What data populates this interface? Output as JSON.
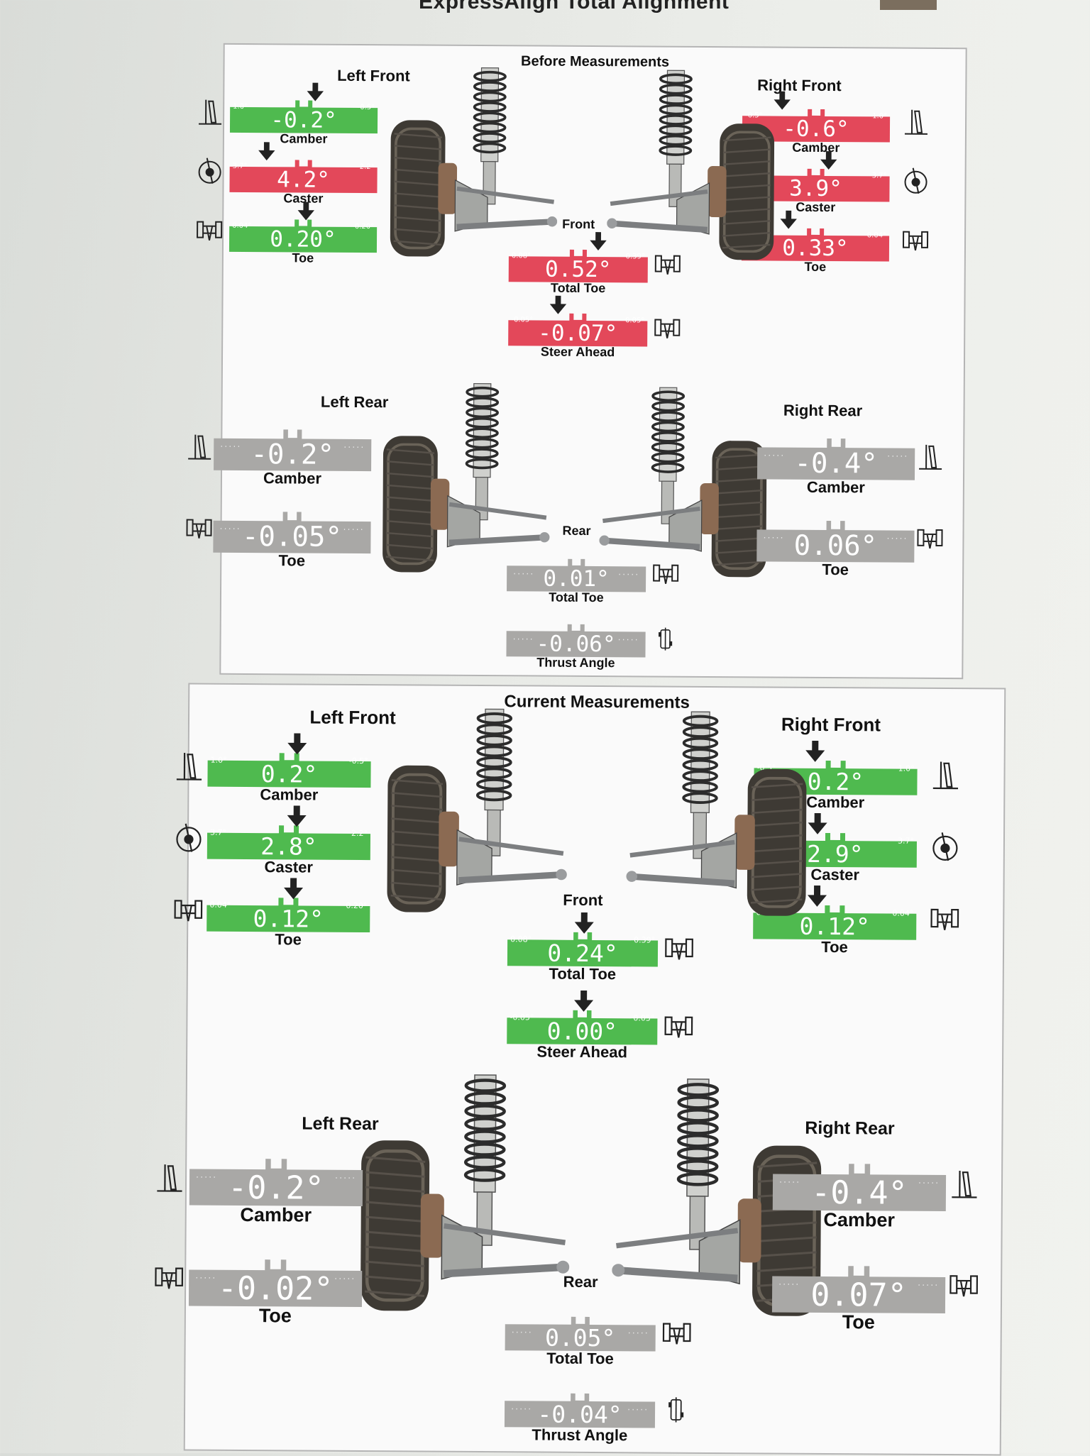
{
  "document_title": "ExpressAlign Total Alignment",
  "colors": {
    "green": "#4fba4f",
    "red": "#e3485a",
    "gray": "#a9a8a6",
    "panel": "#fafafa"
  },
  "before": {
    "heading": "Before Measurements",
    "left_front": {
      "title": "Left Front",
      "camber": {
        "label": "Camber",
        "value": "-0.2°",
        "min": "1.0°",
        "max": "-0.5°",
        "status": "green"
      },
      "caster": {
        "label": "Caster",
        "value": "4.2°",
        "min": "3.7°",
        "max": "2.2°",
        "status": "red"
      },
      "toe": {
        "label": "Toe",
        "value": "0.20°",
        "min": "0.04°",
        "max": "0.20°",
        "status": "green"
      }
    },
    "right_front": {
      "title": "Right Front",
      "camber": {
        "label": "Camber",
        "value": "-0.6°",
        "min": "-0.5°",
        "max": "1.0°",
        "status": "red"
      },
      "caster": {
        "label": "Caster",
        "value": "3.9°",
        "min": "2.2°",
        "max": "3.7°",
        "status": "red"
      },
      "toe": {
        "label": "Toe",
        "value": "0.33°",
        "min": "0.20°",
        "max": "0.04°",
        "status": "red"
      }
    },
    "front_label": "Front",
    "total_toe": {
      "label": "Total Toe",
      "value": "0.52°",
      "min": "0.08°",
      "max": "0.39°",
      "status": "red"
    },
    "steer_ahead": {
      "label": "Steer Ahead",
      "value": "-0.07°",
      "min": "-0.05°",
      "max": "0.05°",
      "status": "red"
    },
    "left_rear": {
      "title": "Left Rear",
      "camber": {
        "label": "Camber",
        "value": "-0.2°",
        "status": "gray"
      },
      "toe": {
        "label": "Toe",
        "value": "-0.05°",
        "status": "gray"
      }
    },
    "right_rear": {
      "title": "Right Rear",
      "camber": {
        "label": "Camber",
        "value": "-0.4°",
        "status": "gray"
      },
      "toe": {
        "label": "Toe",
        "value": "0.06°",
        "status": "gray"
      }
    },
    "rear_label": "Rear",
    "rear_total_toe": {
      "label": "Total Toe",
      "value": "0.01°",
      "status": "gray"
    },
    "thrust_angle": {
      "label": "Thrust Angle",
      "value": "-0.06°",
      "status": "gray"
    }
  },
  "current": {
    "heading": "Current Measurements",
    "left_front": {
      "title": "Left Front",
      "camber": {
        "label": "Camber",
        "value": "0.2°",
        "min": "1.0°",
        "max": "-0.5°",
        "status": "green"
      },
      "caster": {
        "label": "Caster",
        "value": "2.8°",
        "min": "3.7°",
        "max": "2.2°",
        "status": "green"
      },
      "toe": {
        "label": "Toe",
        "value": "0.12°",
        "min": "0.04°",
        "max": "0.20°",
        "status": "green"
      }
    },
    "right_front": {
      "title": "Right Front",
      "camber": {
        "label": "Camber",
        "value": "0.2°",
        "min": "-0.5°",
        "max": "1.0°",
        "status": "green"
      },
      "caster": {
        "label": "Caster",
        "value": "2.9°",
        "min": "2.2°",
        "max": "3.7°",
        "status": "green"
      },
      "toe": {
        "label": "Toe",
        "value": "0.12°",
        "min": "0.20°",
        "max": "0.04°",
        "status": "green"
      }
    },
    "front_label": "Front",
    "total_toe": {
      "label": "Total Toe",
      "value": "0.24°",
      "min": "0.08°",
      "max": "0.39°",
      "status": "green"
    },
    "steer_ahead": {
      "label": "Steer Ahead",
      "value": "0.00°",
      "min": "-0.05°",
      "max": "0.05°",
      "status": "green"
    },
    "left_rear": {
      "title": "Left Rear",
      "camber": {
        "label": "Camber",
        "value": "-0.2°",
        "status": "gray"
      },
      "toe": {
        "label": "Toe",
        "value": "-0.02°",
        "status": "gray"
      }
    },
    "right_rear": {
      "title": "Right Rear",
      "camber": {
        "label": "Camber",
        "value": "-0.4°",
        "status": "gray"
      },
      "toe": {
        "label": "Toe",
        "value": "0.07°",
        "status": "gray"
      }
    },
    "rear_label": "Rear",
    "rear_total_toe": {
      "label": "Total Toe",
      "value": "0.05°",
      "status": "gray"
    },
    "thrust_angle": {
      "label": "Thrust Angle",
      "value": "-0.04°",
      "status": "gray"
    }
  }
}
